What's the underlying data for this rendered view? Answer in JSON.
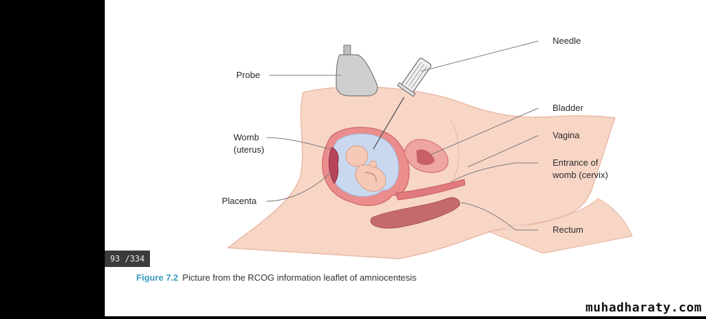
{
  "figure": {
    "labels": {
      "needle": "Needle",
      "probe": "Probe",
      "bladder": "Bladder",
      "vagina": "Vagina",
      "womb_line1": "Womb",
      "womb_line2": "(uterus)",
      "cervix_line1": "Entrance of",
      "cervix_line2": "womb (cervix)",
      "placenta": "Placenta",
      "rectum": "Rectum"
    },
    "caption_number": "Figure 7.2",
    "caption_text": "Picture from the RCOG information leaflet of amniocentesis"
  },
  "viewer": {
    "page_indicator": "93 /334"
  },
  "watermark": "muhadharaty.com",
  "colors": {
    "skin": "#f8d6c6",
    "uterus": "#ea8d8c",
    "amniotic_fluid": "#c9d8ef",
    "probe": "#cfcfcf",
    "caption_accent": "#3a9bc0"
  }
}
